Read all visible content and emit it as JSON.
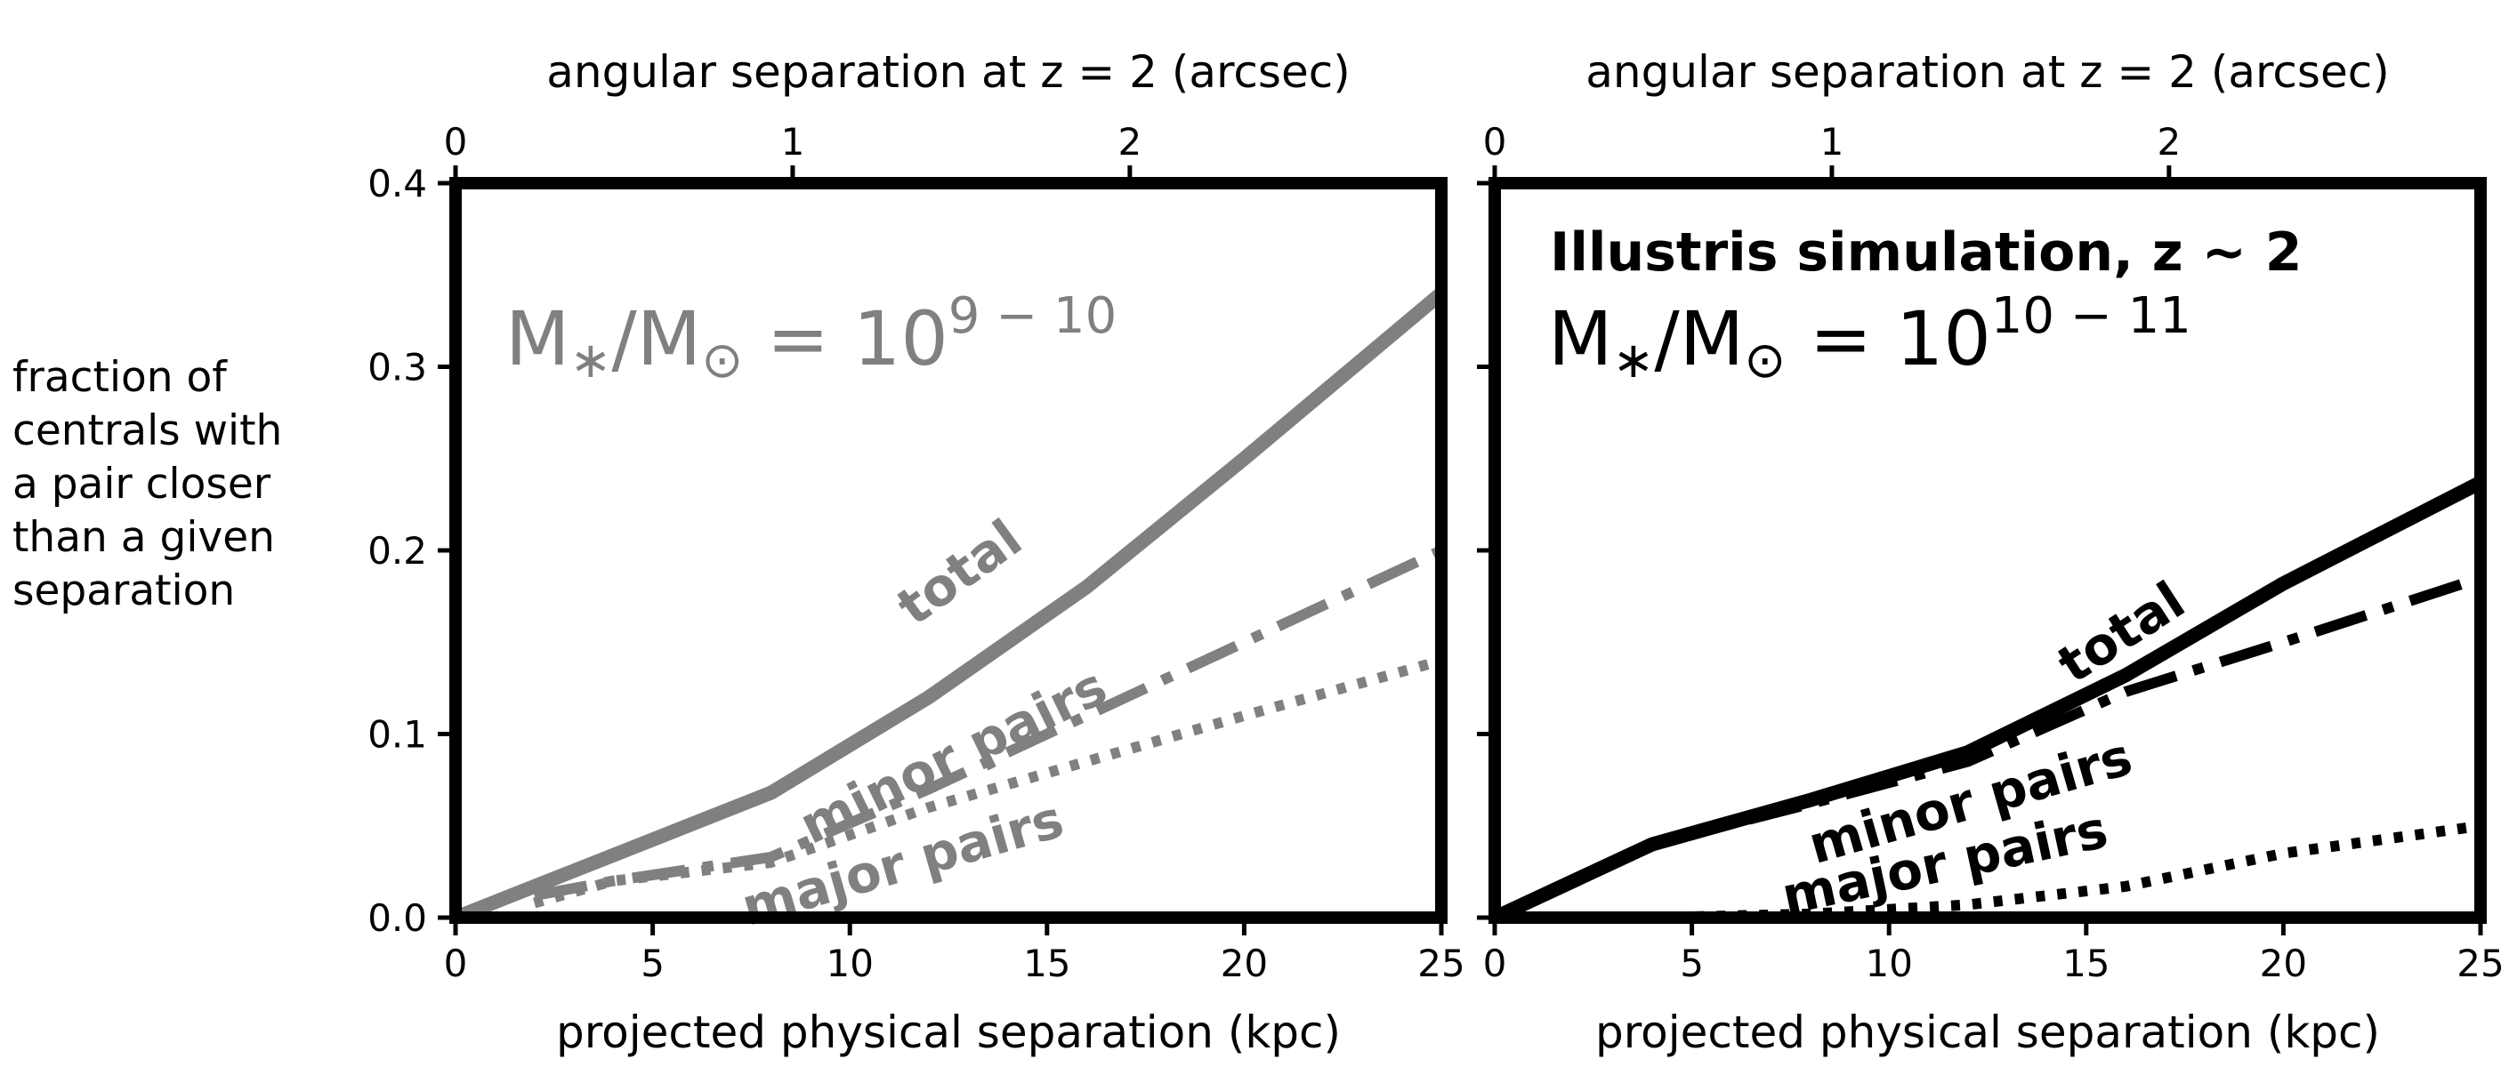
{
  "ylabel_lines": [
    "fraction of",
    "centrals with",
    "a pair closer",
    "than a given",
    "separation"
  ],
  "chart_data": [
    {
      "type": "line",
      "panel": "left",
      "color": "#808080",
      "annotation": {
        "base": "M",
        "sub": "∗",
        "mid": "/M",
        "sub2": "⊙",
        "eq": " = 10",
        "sup": "9 − 10"
      },
      "xlabel": "projected physical separation (kpc)",
      "xlabel_top": "angular separation at z = 2 (arcsec)",
      "xlim": [
        0,
        25
      ],
      "ylim": [
        0,
        0.4
      ],
      "xticks": [
        0,
        5,
        10,
        15,
        20,
        25
      ],
      "yticks": [
        0.0,
        0.1,
        0.2,
        0.3,
        0.4
      ],
      "top_ticks": [
        {
          "label": "0",
          "kpc": 0
        },
        {
          "label": "1",
          "kpc": 8.55
        },
        {
          "label": "2",
          "kpc": 17.1
        }
      ],
      "series": [
        {
          "name": "total",
          "style": "solid",
          "x": [
            0,
            4,
            8,
            12,
            16,
            20,
            25
          ],
          "y": [
            0,
            0.034,
            0.068,
            0.12,
            0.18,
            0.25,
            0.34
          ]
        },
        {
          "name": "minor pairs",
          "style": "dashdot",
          "x": [
            2,
            4,
            8,
            12,
            16,
            20,
            25
          ],
          "y": [
            0.012,
            0.02,
            0.033,
            0.07,
            0.11,
            0.15,
            0.2
          ]
        },
        {
          "name": "major pairs",
          "style": "dotted",
          "x": [
            2,
            4,
            8,
            12,
            16,
            20,
            25
          ],
          "y": [
            0.008,
            0.02,
            0.03,
            0.06,
            0.085,
            0.11,
            0.14
          ]
        }
      ]
    },
    {
      "type": "line",
      "panel": "right",
      "color": "#000000",
      "title": "Illustris simulation, z ∼ 2",
      "annotation": {
        "base": "M",
        "sub": "∗",
        "mid": "/M",
        "sub2": "⊙",
        "eq": " = 10",
        "sup": "10 − 11"
      },
      "xlabel": "projected physical separation (kpc)",
      "xlabel_top": "angular separation at z = 2 (arcsec)",
      "xlim": [
        0,
        25
      ],
      "ylim": [
        0,
        0.4
      ],
      "xticks": [
        0,
        5,
        10,
        15,
        20,
        25
      ],
      "yticks": [
        0.0,
        0.1,
        0.2,
        0.3,
        0.4
      ],
      "top_ticks": [
        {
          "label": "0",
          "kpc": 0
        },
        {
          "label": "1",
          "kpc": 8.55
        },
        {
          "label": "2",
          "kpc": 17.1
        }
      ],
      "series": [
        {
          "name": "total",
          "style": "solid",
          "x": [
            0,
            4,
            8,
            12,
            16,
            20,
            25
          ],
          "y": [
            0,
            0.04,
            0.064,
            0.09,
            0.132,
            0.182,
            0.237
          ]
        },
        {
          "name": "minor pairs",
          "style": "dashdot",
          "x": [
            4,
            8,
            12,
            16,
            20,
            25
          ],
          "y": [
            0.04,
            0.062,
            0.085,
            0.123,
            0.15,
            0.185
          ]
        },
        {
          "name": "major pairs",
          "style": "dotted",
          "x": [
            4,
            8,
            12,
            16,
            20,
            25
          ],
          "y": [
            0,
            0.002,
            0.007,
            0.017,
            0.035,
            0.05
          ]
        }
      ]
    }
  ]
}
